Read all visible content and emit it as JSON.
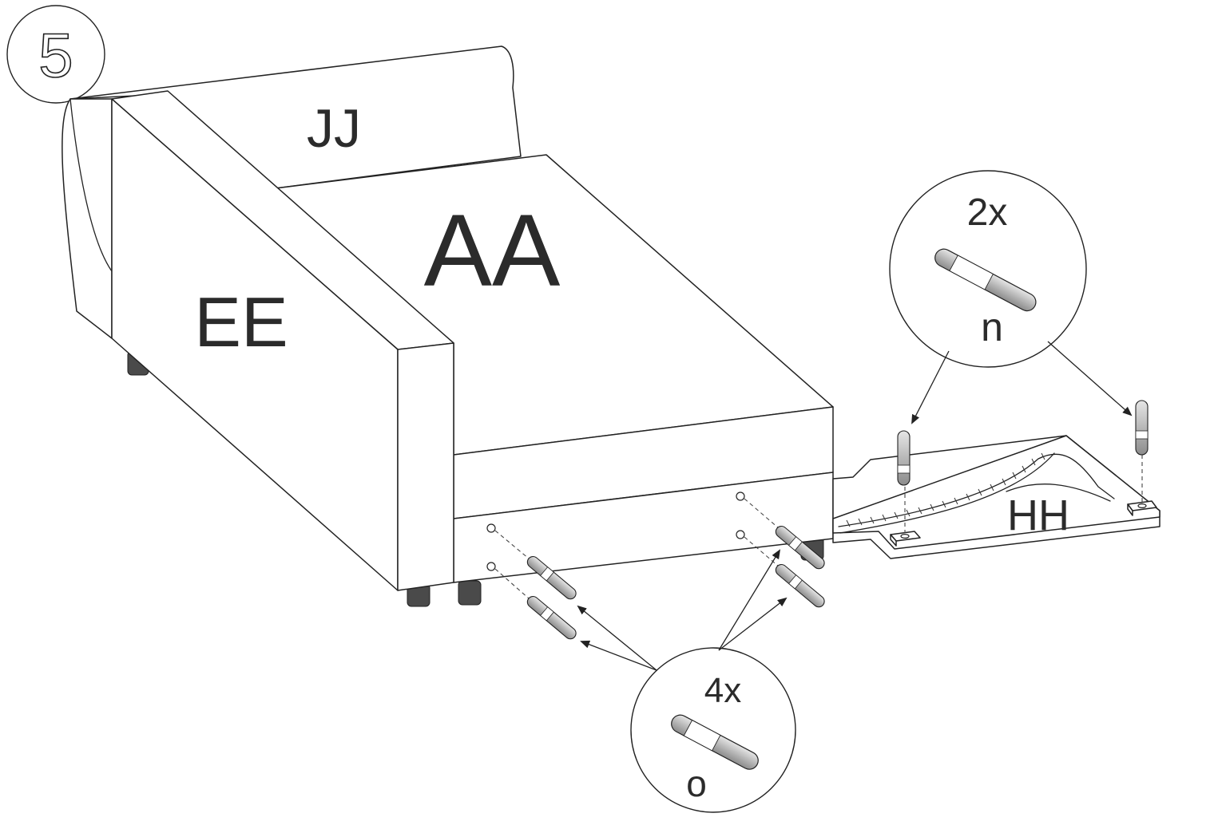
{
  "step": {
    "number": "5"
  },
  "parts": {
    "backrest": "JJ",
    "seat": "AA",
    "armrest": "EE",
    "base": "HH"
  },
  "hardware": [
    {
      "id": "n",
      "label": "n",
      "quantity": "2x"
    },
    {
      "id": "o",
      "label": "o",
      "quantity": "4x"
    }
  ],
  "colors": {
    "line": "#222222",
    "dowel_fill": "#bdbdbd",
    "foot_fill": "#4a4a4a",
    "text": "#2b2b2b"
  }
}
